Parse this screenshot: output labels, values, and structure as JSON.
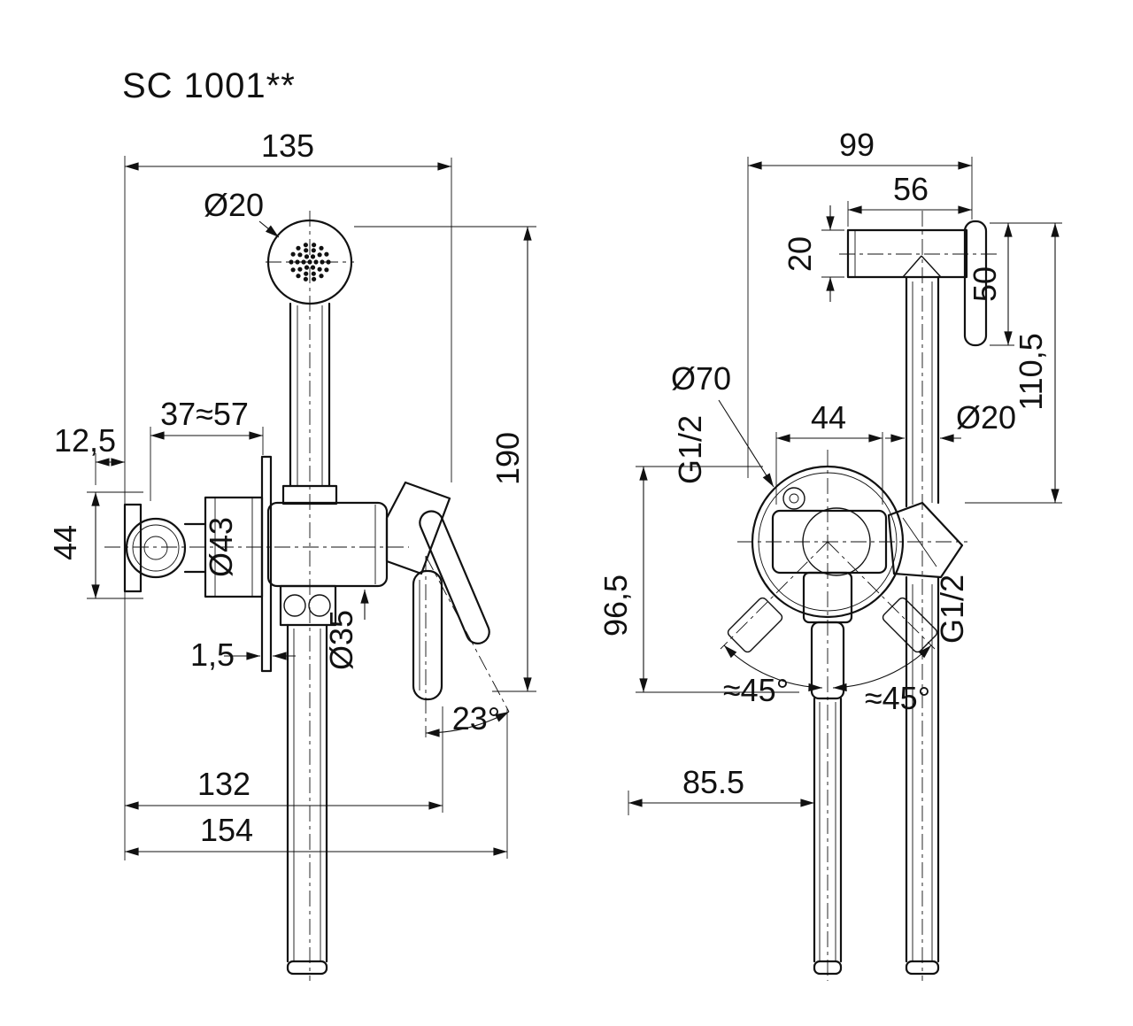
{
  "title": "SC 1001**",
  "colors": {
    "line": "#111111",
    "background": "#ffffff"
  },
  "front": {
    "w135": "135",
    "d20": "Ø20",
    "range3757": "37≈57",
    "w12_5": "12,5",
    "h44": "44",
    "d43": "Ø43",
    "h190": "190",
    "t1_5": "1,5",
    "d35": "Ø35",
    "a23": "23°",
    "w132": "132",
    "w154": "154"
  },
  "side": {
    "w99": "99",
    "w56": "56",
    "h20": "20",
    "h50": "50",
    "h110_5": "110,5",
    "d70": "Ø70",
    "g12_inlet": "G1/2",
    "w44": "44",
    "d20": "Ø20",
    "h96_5": "96,5",
    "g12_outlet": "G1/2",
    "a45_left": "≈45°",
    "a45_right": "≈45°",
    "w85_5": "85.5"
  }
}
